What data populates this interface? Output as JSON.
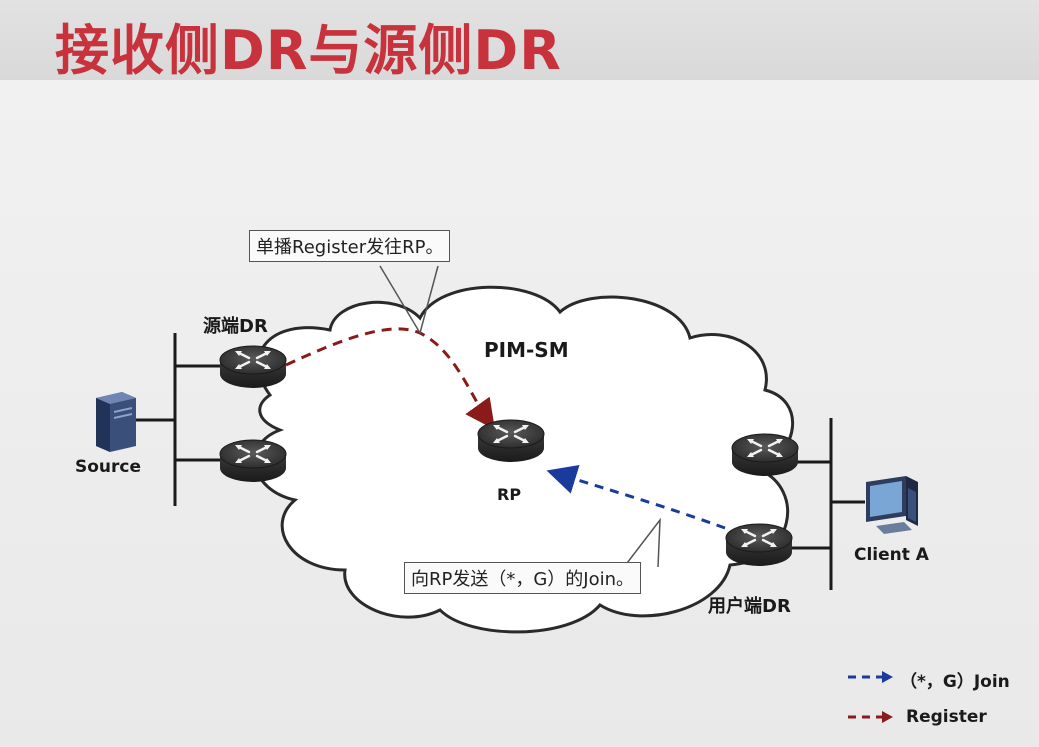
{
  "title": "接收侧DR与源侧DR",
  "cloud_label": "PIM-SM",
  "nodes": {
    "source_dr": "源端DR",
    "rp": "RP",
    "user_dr": "用户端DR",
    "source": "Source",
    "client": "Client A"
  },
  "callouts": {
    "register": "单播Register发往RP。",
    "join": "向RP发送（*，G）的Join。"
  },
  "legend": [
    {
      "label": "（*，G）Join",
      "color": "#1a3a9c"
    },
    {
      "label": "Register",
      "color": "#8b1a1a"
    }
  ],
  "colors": {
    "title": "#c8323c",
    "join": "#1a3a9c",
    "register": "#8b1a1a"
  }
}
